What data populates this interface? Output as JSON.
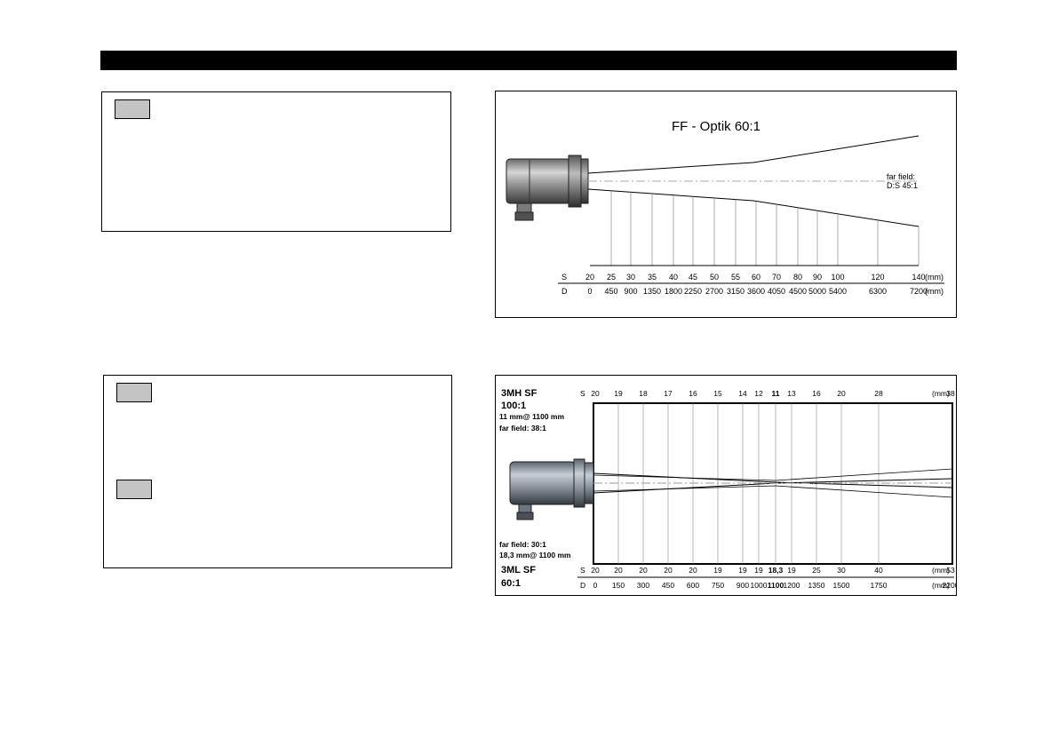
{
  "diagram1": {
    "title": "FF - Optik 60:1",
    "far_field_line1": "far field:",
    "far_field_line2": "D:S 45:1",
    "s_label": "S",
    "d_label": "D",
    "s_values": [
      "20",
      "25",
      "30",
      "35",
      "40",
      "45",
      "50",
      "55",
      "60",
      "70",
      "80",
      "90",
      "100",
      "120",
      "140"
    ],
    "d_values": [
      "0",
      "450",
      "900",
      "1350",
      "1800",
      "2250",
      "2700",
      "3150",
      "3600",
      "4050",
      "4500",
      "5000",
      "5400",
      "6300",
      "7200"
    ],
    "unit": "(mm)"
  },
  "diagram2": {
    "top_model": "3MH SF",
    "top_ratio": "100:1",
    "top_spot": "11 mm@ 1100 mm",
    "top_far_field": "far field: 38:1",
    "bottom_far_field": "far field: 30:1",
    "bottom_spot": "18,3 mm@ 1100 mm",
    "bottom_model": "3ML SF",
    "bottom_ratio": "60:1",
    "s_label": "S",
    "d_label": "D",
    "top_s_values": [
      "20",
      "19",
      "18",
      "17",
      "16",
      "15",
      "14",
      "12",
      "11",
      "13",
      "16",
      "20",
      "28",
      "38"
    ],
    "bottom_s_values": [
      "20",
      "20",
      "20",
      "20",
      "20",
      "19",
      "19",
      "19",
      "18,3",
      "19",
      "25",
      "30",
      "40",
      "53"
    ],
    "d_values": [
      "0",
      "150",
      "300",
      "450",
      "600",
      "750",
      "900",
      "1000",
      "1100",
      "1200",
      "1350",
      "1500",
      "1750",
      "2200"
    ],
    "unit": "(mm)"
  },
  "colors": {
    "header": "#000000",
    "tag": "#c4c4c4"
  }
}
